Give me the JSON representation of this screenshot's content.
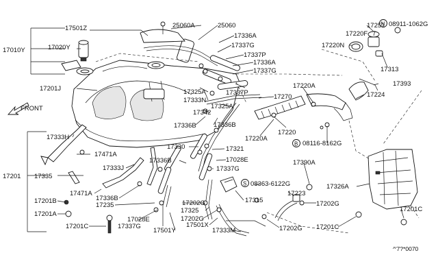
{
  "labels": {
    "l17501Z": "17501Z",
    "l25060A": "25060A",
    "l25060": "25060",
    "l17010Y": "17010Y",
    "l17020Y": "17020Y",
    "l17336A_1": "17336A",
    "l17337G_1": "17337G",
    "l17337P_1": "17337P",
    "l17336A_2": "17336A",
    "l17337G_2": "17337G",
    "l17201J": "17201J",
    "l17325A_1": "17325A",
    "l17333N": "17333N",
    "l17337P_2": "17337P",
    "l17270": "17270",
    "l17325A_2": "17325A",
    "l17342": "17342",
    "l17336B_1": "17336B",
    "l17336B_2": "17336B",
    "lFront": "FRONT",
    "l17333H": "17333H",
    "l17471A_1": "17471A",
    "l17201": "17201",
    "l17333J": "17333J",
    "l17335": "17335",
    "l17471A_2": "17471A",
    "l17330": "17330",
    "l17321": "17321",
    "l17336B_3": "17336B",
    "l17028E_1": "17028E",
    "l17337G_3": "17337G",
    "l17336B_4": "17336B",
    "l17201B": "17201B",
    "l17235": "17235",
    "l17201A": "17201A",
    "l17028E_2": "17028E",
    "l17201C_1": "17201C",
    "l17337G_4": "17337G",
    "l17501Y": "17501Y",
    "l17202G_1": "17202G",
    "l17325": "17325",
    "l17202G_2": "17202G",
    "l17501X": "17501X",
    "l17315": "17315",
    "l08363": "08363-6122G",
    "l17333M": "17333M",
    "l17251": "17251",
    "l08911": "08911-1062G",
    "l17220F": "17220F",
    "l17220N": "17220N",
    "l17313": "17313",
    "l17393": "17393",
    "l17220A_1": "17220A",
    "l17224": "17224",
    "l17220": "17220",
    "l17220A_2": "17220A",
    "l08116": "08116-8162G",
    "l17390A": "17390A",
    "l17326A": "17326A",
    "l17223": "17223",
    "l17202G_3": "17202G",
    "l17202G_4": "17202G",
    "l17201C_2": "17201C",
    "l17201C_3": "17201C",
    "lCode": "^'7?*0070",
    "markN": "N",
    "markB": "B",
    "markS": "S"
  },
  "colors": {
    "line": "#111111",
    "background": "#ffffff"
  }
}
